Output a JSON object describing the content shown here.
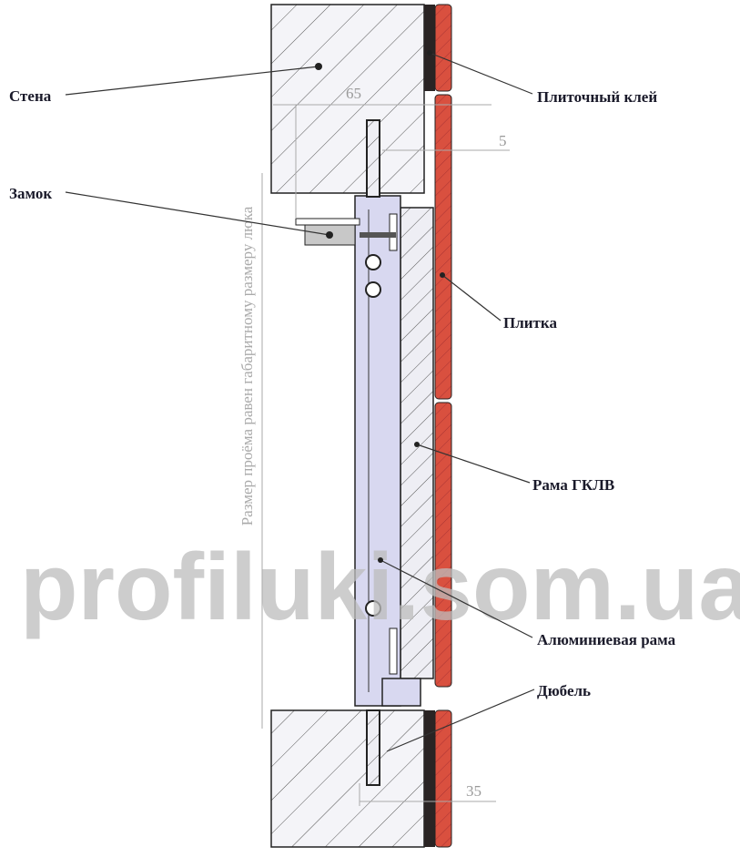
{
  "labels": {
    "wall": "Стена",
    "tile_adhesive": "Плиточный клей",
    "lock": "Замок",
    "tile": "Плитка",
    "gklv_frame": "Рама ГКЛВ",
    "aluminum_frame": "Алюминиевая рама",
    "dowel": "Дюбель"
  },
  "dimensions": {
    "d65": "65",
    "d5": "5",
    "d35": "35",
    "opening": "Размер проёма равен габаритному размеру люка"
  },
  "watermark": "profiluki.som.ua",
  "colors": {
    "tile": "#d9503f",
    "adhesive": "#2a2424",
    "aluminum": "#d8d8f0",
    "hatch": "#555"
  }
}
